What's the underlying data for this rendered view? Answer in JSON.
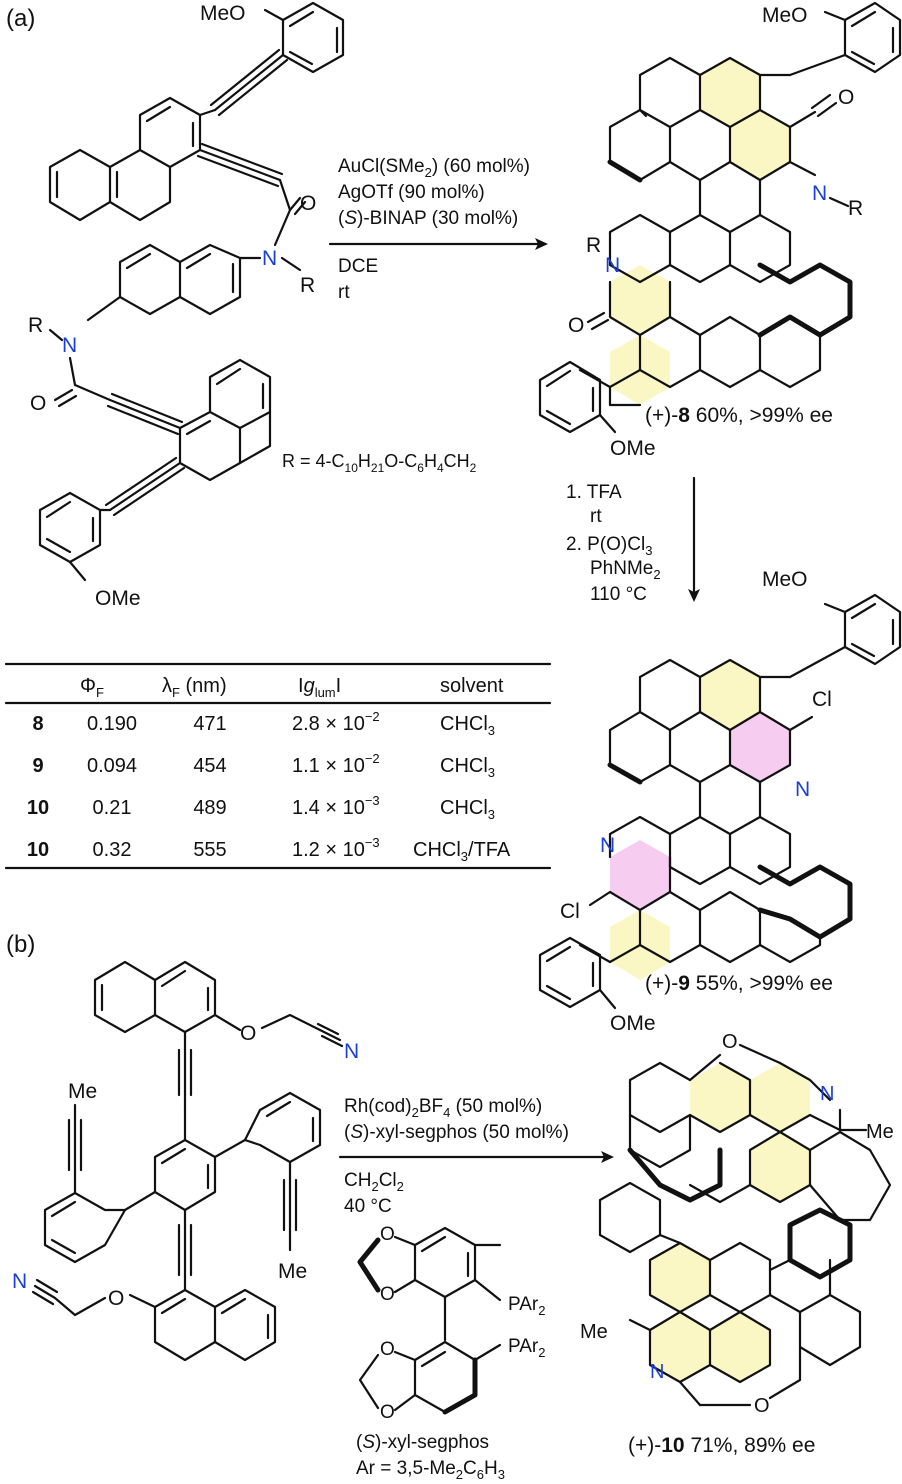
{
  "panel_labels": {
    "a": "(a)",
    "b": "(b)"
  },
  "atoms": {
    "meo": "MeO",
    "ome": "OMe",
    "o": "O",
    "n": "N",
    "r": "R",
    "cl": "Cl",
    "me": "Me",
    "pa": "PAr",
    "pa_sub": "2"
  },
  "reaction_a": {
    "reagent1_pre": "AuCl(SMe",
    "reagent1_sub": "2",
    "reagent1_post": ") (60 mol%)",
    "reagent2": "AgOTf (90 mol%)",
    "reagent3_pre": "(",
    "reagent3_it": "S",
    "reagent3_post": ")-BINAP (30 mol%)",
    "solvent": "DCE",
    "temp": "rt",
    "r_def_pre": "R = 4-C",
    "r_def_s1": "10",
    "r_def_m1": "H",
    "r_def_s2": "21",
    "r_def_m2": "O-C",
    "r_def_s3": "6",
    "r_def_m3": "H",
    "r_def_s4": "4",
    "r_def_m4": "CH",
    "r_def_s5": "2",
    "product8_pre": "(+)-",
    "product8_num": "8",
    "product8_post": " 60%, >99% ee"
  },
  "reaction_a2": {
    "step1": "1. TFA",
    "step1_cond": "rt",
    "step2_pre": "2. P(O)Cl",
    "step2_sub": "3",
    "base_pre": "PhNMe",
    "base_sub": "2",
    "temp": "110 °C",
    "product9_pre": "(+)-",
    "product9_num": "9",
    "product9_post": " 55%, >99% ee"
  },
  "table": {
    "headers": {
      "phi": "Φ",
      "phi_sub": "F",
      "lam": "λ",
      "lam_sub": "F",
      "lam_unit": " (nm)",
      "g_pre": "I",
      "g": "g",
      "g_sub": "lum",
      "g_post": "I",
      "solvent": "solvent"
    },
    "rows": [
      {
        "cmpd": "8",
        "phi": "0.190",
        "lam": "471",
        "g_mant": "2.8 × 10",
        "g_exp": "−2",
        "solvent": "CHCl",
        "solvent_sub": "3",
        "solvent_post": ""
      },
      {
        "cmpd": "9",
        "phi": "0.094",
        "lam": "454",
        "g_mant": "1.1 × 10",
        "g_exp": "−2",
        "solvent": "CHCl",
        "solvent_sub": "3",
        "solvent_post": ""
      },
      {
        "cmpd": "10",
        "phi": "0.21",
        "lam": "489",
        "g_mant": "1.4 × 10",
        "g_exp": "−3",
        "solvent": "CHCl",
        "solvent_sub": "3",
        "solvent_post": ""
      },
      {
        "cmpd": "10",
        "phi": "0.32",
        "lam": "555",
        "g_mant": "1.2 × 10",
        "g_exp": "−3",
        "solvent": "CHCl",
        "solvent_sub": "3",
        "solvent_post": "/TFA"
      }
    ]
  },
  "reaction_b": {
    "reagent1_pre": "Rh(cod)",
    "reagent1_sub": "2",
    "reagent1_mid": "BF",
    "reagent1_sub2": "4",
    "reagent1_post": " (50 mol%)",
    "reagent2_pre": "(",
    "reagent2_it": "S",
    "reagent2_post": ")-xyl-segphos (50 mol%)",
    "solvent_pre": "CH",
    "solvent_sub": "2",
    "solvent_mid": "Cl",
    "solvent_sub2": "2",
    "temp": "40 °C",
    "ligand_pre": "(",
    "ligand_it": "S",
    "ligand_post": ")-xyl-segphos",
    "ar_pre": "Ar = 3,5-Me",
    "ar_s1": "2",
    "ar_m1": "C",
    "ar_s2": "6",
    "ar_m2": "H",
    "ar_s3": "3",
    "product10_pre": "(+)-",
    "product10_num": "10",
    "product10_post": " 71%, 89% ee"
  }
}
